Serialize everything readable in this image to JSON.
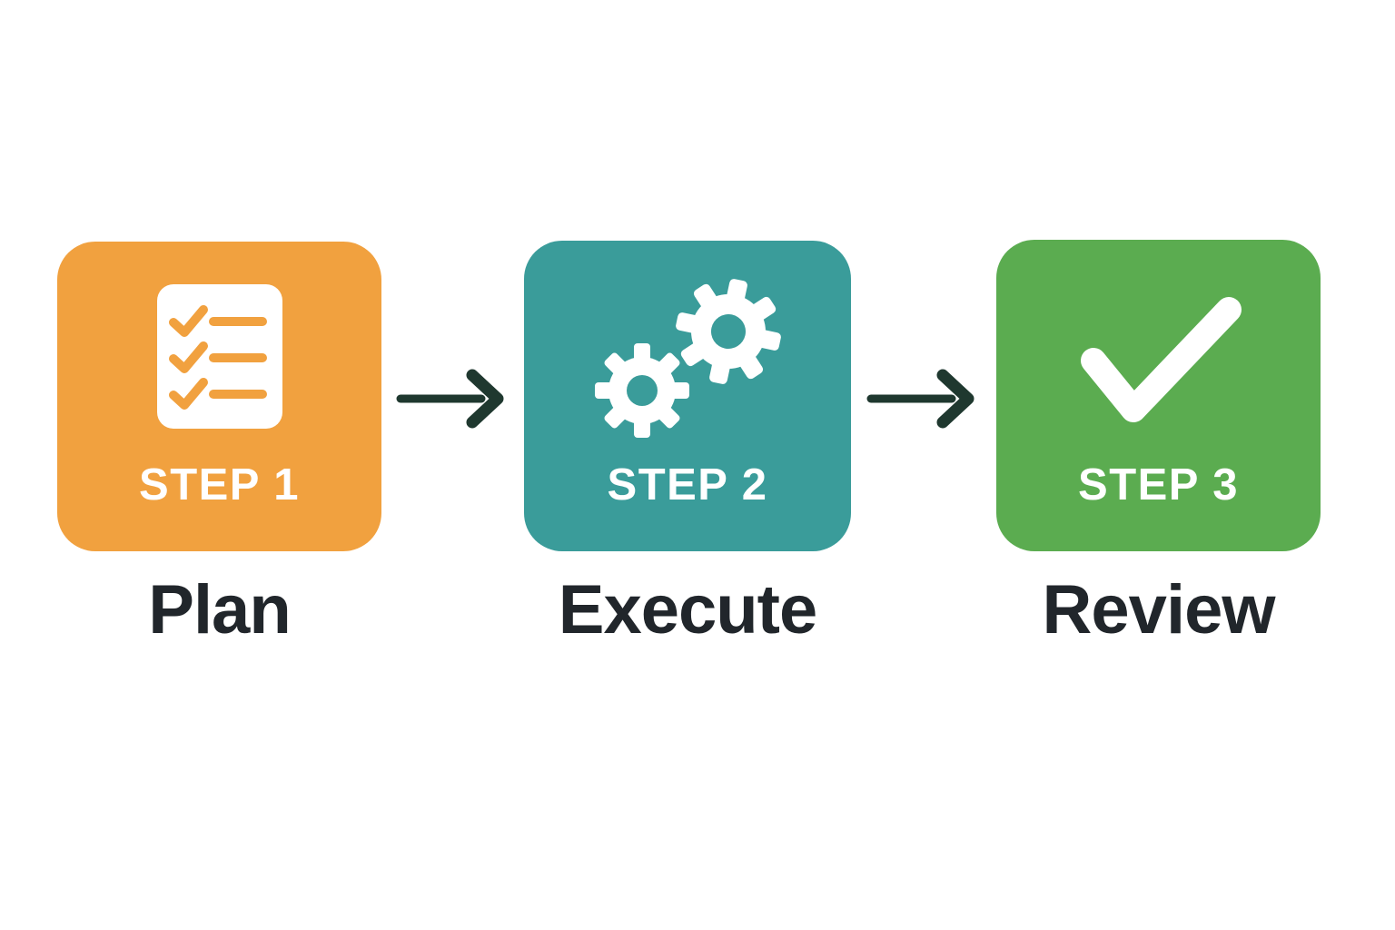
{
  "diagram": {
    "background": "#FFFFFF",
    "icon_foreground": "#FFFFFF",
    "label_color": "#21262B",
    "steps": [
      {
        "badge": "STEP 1",
        "label": "Plan",
        "icon": "checklist-icon",
        "color": "#F1A13F"
      },
      {
        "badge": "STEP 2",
        "label": "Execute",
        "icon": "gears-icon",
        "color": "#3A9C9A"
      },
      {
        "badge": "STEP 3",
        "label": "Review",
        "icon": "checkmark-icon",
        "color": "#5BAC50"
      }
    ],
    "arrow": {
      "color": "#1F382F",
      "direction": "right",
      "count": 2
    }
  }
}
